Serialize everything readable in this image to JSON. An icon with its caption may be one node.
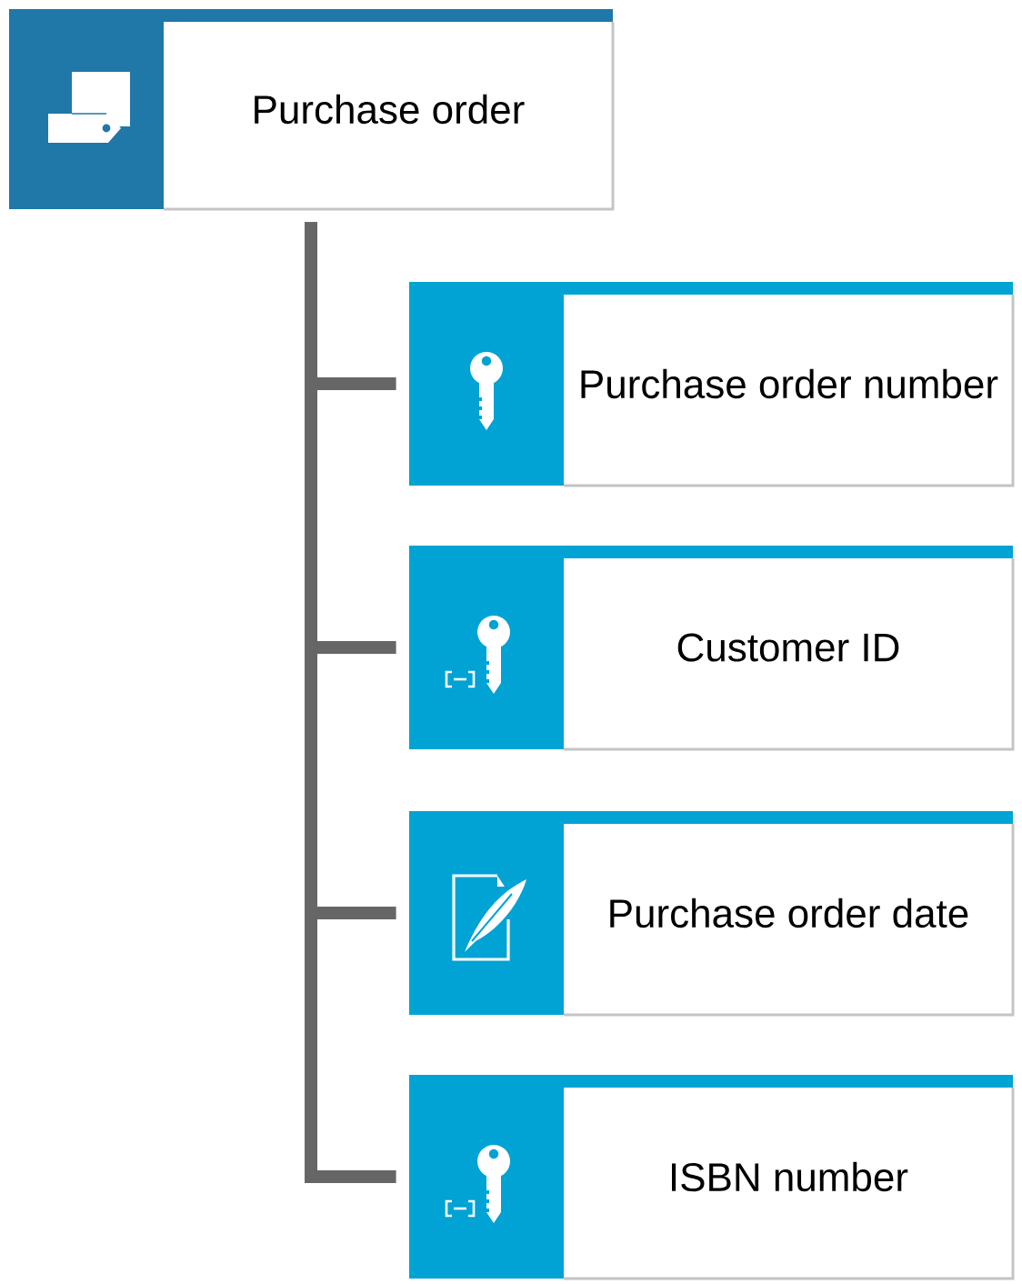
{
  "diagram": {
    "nodes": [
      {
        "text": [
          "Purchase order"
        ]
      },
      {
        "text": [
          "Purchase order number"
        ]
      },
      {
        "text": [
          "Customer ID"
        ]
      },
      {
        "text": [
          "Purchase order date"
        ]
      },
      {
        "text": [
          "ISBN number"
        ]
      }
    ],
    "edges": [
      {
        "from": 0,
        "to": 1,
        "arrow": "none"
      },
      {
        "from": 0,
        "to": 2,
        "arrow": "none"
      },
      {
        "from": 0,
        "to": 3,
        "arrow": "none"
      },
      {
        "from": 0,
        "to": 4,
        "arrow": "none"
      }
    ]
  }
}
